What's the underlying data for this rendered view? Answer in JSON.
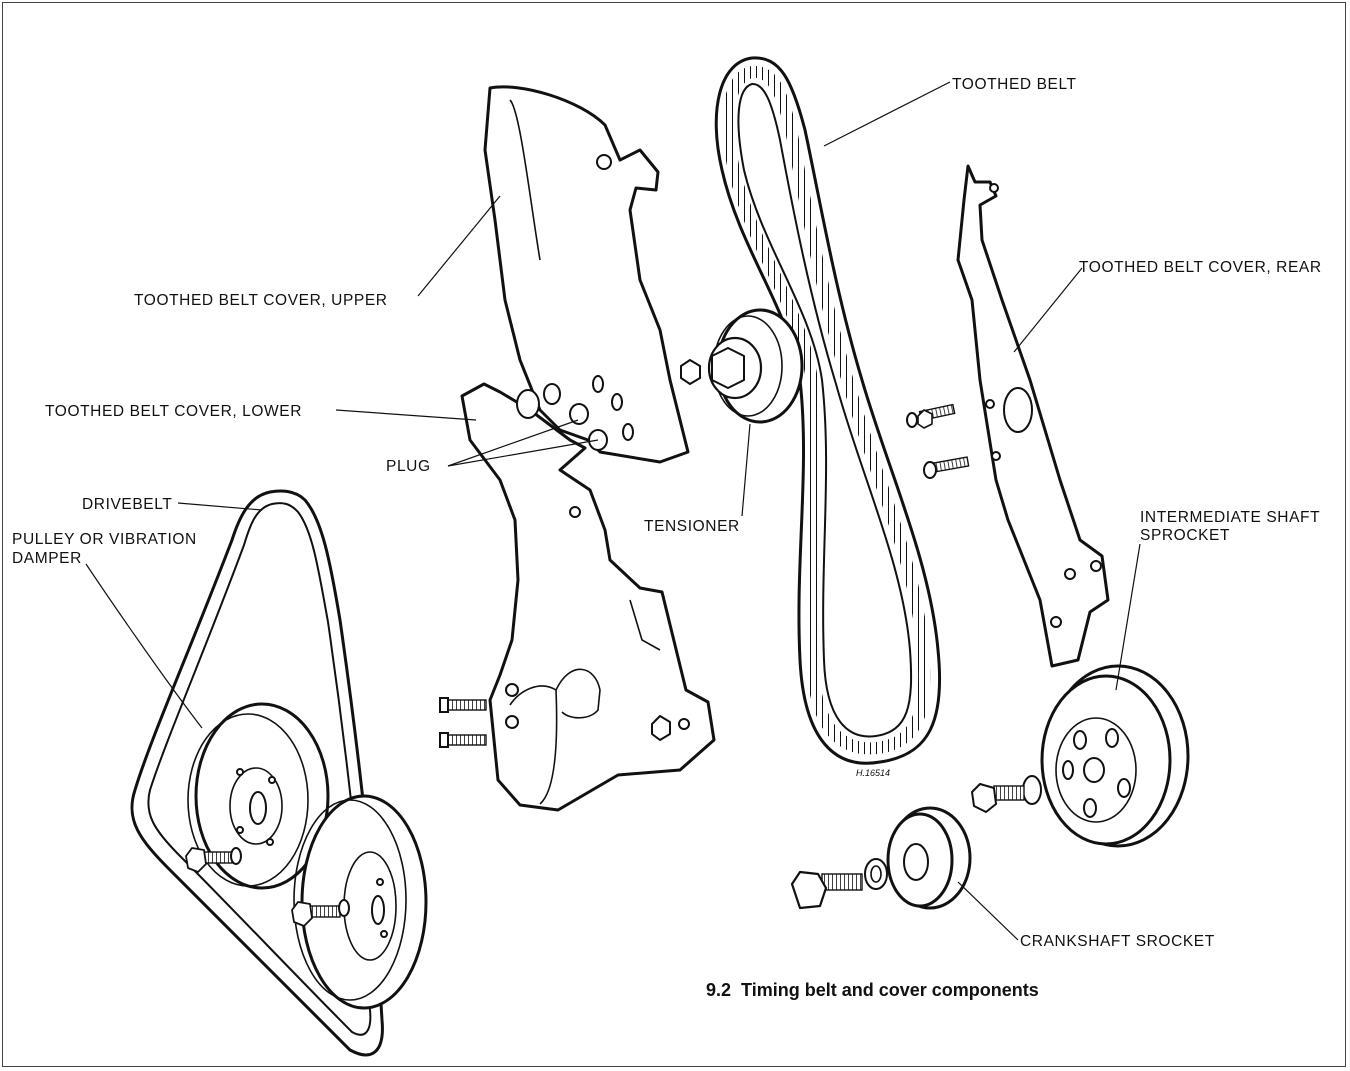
{
  "figure": {
    "caption": "9.2  Timing belt and cover components",
    "ref_code": "H.16514"
  },
  "labels": {
    "toothed_belt": "TOOTHED BELT",
    "cover_upper": "TOOTHED BELT COVER, UPPER",
    "cover_rear": "TOOTHED BELT COVER, REAR",
    "cover_lower": "TOOTHED BELT COVER, LOWER",
    "plug": "PLUG",
    "tensioner": "TENSIONER",
    "drivebelt": "DRIVEBELT",
    "pulley_line1": "PULLEY OR VIBRATION",
    "pulley_line2": "DAMPER",
    "intermediate_line1": "INTERMEDIATE SHAFT",
    "intermediate_line2": "SPROCKET",
    "crankshaft": "CRANKSHAFT SROCKET"
  }
}
